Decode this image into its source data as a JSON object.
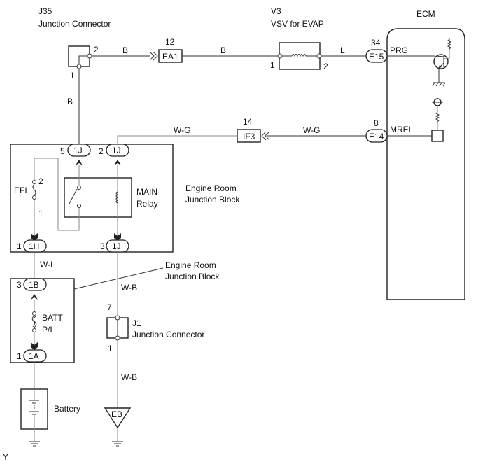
{
  "components": {
    "j35": {
      "id": "J35",
      "name": "Junction Connector",
      "pin_left": "1",
      "pin_right": "2"
    },
    "v3": {
      "id": "V3",
      "name": "VSV for EVAP",
      "pin_left": "1",
      "pin_right": "2"
    },
    "ecm": {
      "name": "ECM",
      "signal_prg": "PRG",
      "signal_mrel": "MREL"
    },
    "ea1": {
      "label": "EA1",
      "pin": "12"
    },
    "if3": {
      "label": "IF3",
      "pin": "14"
    },
    "e15": {
      "label": "E15",
      "pin": "34"
    },
    "e14": {
      "label": "E14",
      "pin": "8"
    },
    "erjb_upper": {
      "name_line1": "Engine Room",
      "name_line2": "Junction Block",
      "conn_5_1j": {
        "pin": "5",
        "label": "1J"
      },
      "conn_2_1j": {
        "pin": "2",
        "label": "1J"
      },
      "conn_1_1h": {
        "pin": "1",
        "label": "1H"
      },
      "conn_3_1j": {
        "pin": "3",
        "label": "1J"
      },
      "fuse": {
        "label": "EFI",
        "pin_top": "2",
        "pin_bottom": "1"
      },
      "relay": {
        "line1": "MAIN",
        "line2": "Relay"
      }
    },
    "erjb_lower": {
      "name_line1": "Engine Room",
      "name_line2": "Junction Block",
      "conn_3_1b": {
        "pin": "3",
        "label": "1B"
      },
      "conn_1_1a": {
        "pin": "1",
        "label": "1A"
      },
      "fusible_link": {
        "line1": "BATT",
        "line2": "P/I"
      }
    },
    "j1": {
      "id": "J1",
      "name": "Junction Connector",
      "pin_top": "7",
      "pin_bottom": "1"
    },
    "battery": {
      "label": "Battery"
    },
    "ground_eb": {
      "label": "EB"
    }
  },
  "wires": {
    "j35_to_ea1": "B",
    "ea1_to_v3": "B",
    "v3_to_ecm": "L",
    "j35_down": "B",
    "if3_to_relay": "W-G",
    "ecm_to_if3": "W-G",
    "1h_to_1b": "W-L",
    "relay_to_j1": "W-B",
    "j1_to_eb": "W-B"
  },
  "footer": {
    "code": "Y"
  }
}
